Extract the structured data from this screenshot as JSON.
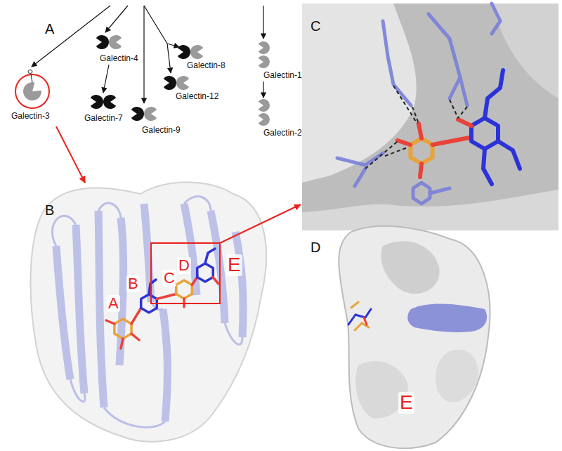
{
  "diagram": {
    "nodes": [
      {
        "text": [
          "Galectin-3"
        ]
      },
      {
        "text": [
          "Galectin-4"
        ]
      },
      {
        "text": [
          "Galectin-7"
        ]
      },
      {
        "text": [
          "Galectin-9"
        ]
      },
      {
        "text": [
          "Galectin-12"
        ]
      },
      {
        "text": [
          "Galectin-8"
        ]
      },
      {
        "text": [
          "Galectin-1"
        ]
      },
      {
        "text": [
          "Galectin-2"
        ]
      }
    ],
    "edges": [
      {
        "from": 1,
        "to": 2,
        "arrow": "to"
      },
      {
        "from": 6,
        "to": 7,
        "arrow": "to"
      }
    ],
    "labels": [
      "A",
      "B",
      "A",
      "B",
      "C",
      "D",
      "E",
      "C",
      "D",
      "E"
    ]
  }
}
